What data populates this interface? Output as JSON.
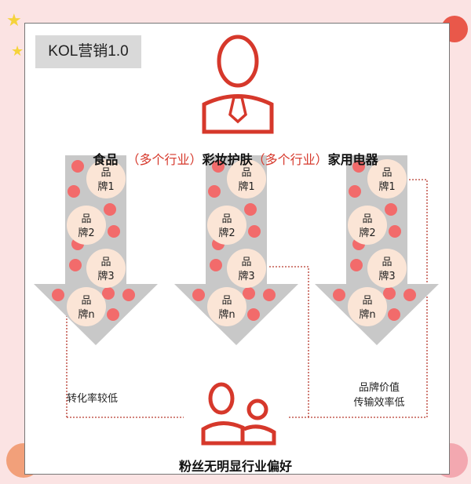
{
  "label": "KOL营销1.0",
  "header": {
    "cat1": "食品",
    "sep1": "（多个行业）",
    "cat2": "彩妆护肤",
    "sep2": "（多个行业）",
    "cat3": "家用电器"
  },
  "brand_char": "品",
  "brands": [
    "牌1",
    "牌2",
    "牌3",
    "牌n"
  ],
  "notes": {
    "left": "转化率较低",
    "right_line1": "品牌价值",
    "right_line2": "传输效率低"
  },
  "footer": "粉丝无明显行业偏好",
  "colors": {
    "accent": "#d6382b",
    "dot": "#f26b6b",
    "circle": "#fbe5d6",
    "arrow": "#c8c8c8",
    "background": "#fbe3e3"
  }
}
